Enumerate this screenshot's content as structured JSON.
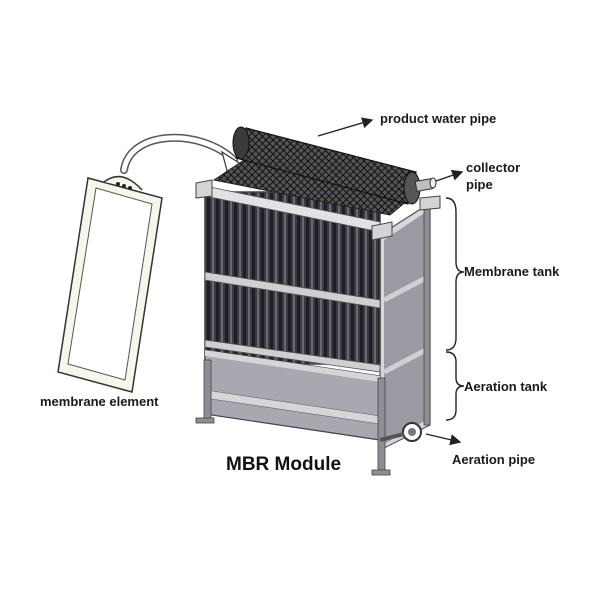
{
  "title": "MBR Module",
  "labels": {
    "product_water_pipe": "product water pipe",
    "collector_line1": "collector",
    "collector_line2": "pipe",
    "membrane_tank": "Membrane tank",
    "aeration_tank": "Aeration tank",
    "aeration_pipe": "Aeration pipe",
    "membrane_element": "membrane element"
  },
  "colors": {
    "frame": "#8e8e96",
    "frame_dark": "#5e5e66",
    "membrane_dark": "#2a2a30",
    "membrane_light": "#6c6c74",
    "element_fill": "#f6f7ea",
    "line": "#222222"
  }
}
